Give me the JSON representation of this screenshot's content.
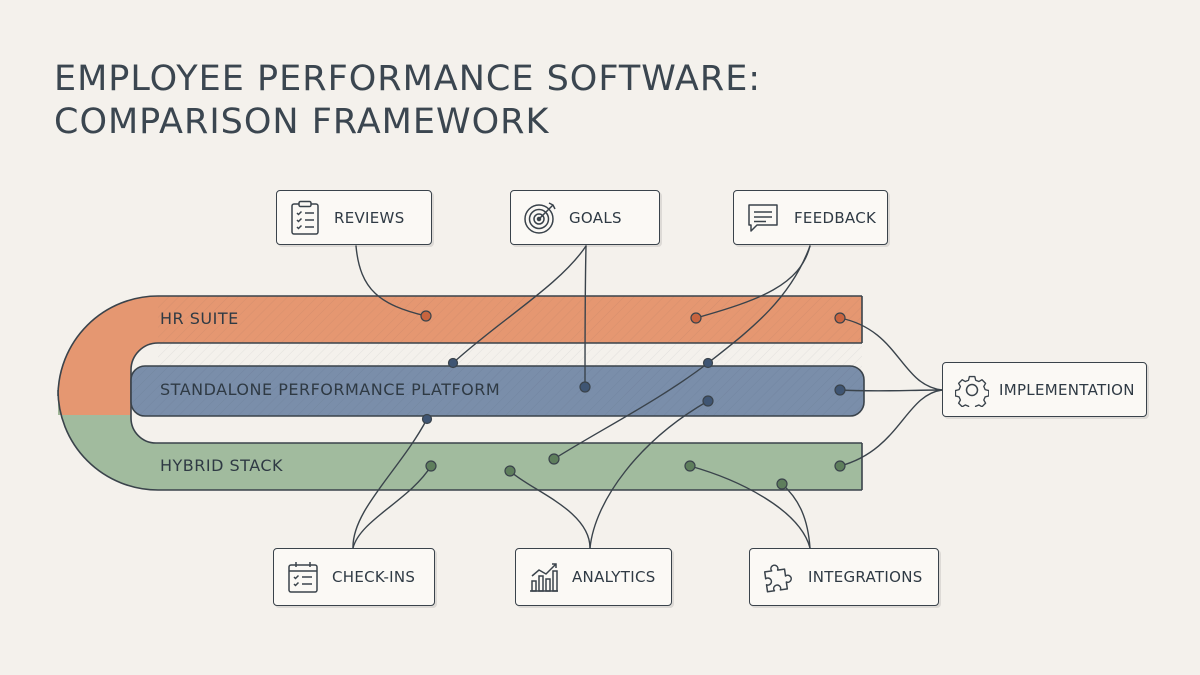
{
  "title": {
    "line1": "EMPLOYEE PERFORMANCE SOFTWARE:",
    "line2": "COMPARISON FRAMEWORK"
  },
  "bands": {
    "hr_suite": {
      "label": "HR SUITE",
      "color": "#e4916a"
    },
    "standalone": {
      "label": "STANDALONE PERFORMANCE PLATFORM",
      "color": "#7388a7"
    },
    "hybrid": {
      "label": "HYBRID STACK",
      "color": "#9cb79a"
    }
  },
  "capabilities": {
    "reviews": {
      "label": "REVIEWS",
      "icon": "clipboard-checklist-icon"
    },
    "goals": {
      "label": "GOALS",
      "icon": "target-icon"
    },
    "feedback": {
      "label": "FEEDBACK",
      "icon": "speech-bubble-icon"
    },
    "implementation": {
      "label": "IMPLEMENTATION",
      "icon": "gear-icon"
    },
    "check_ins": {
      "label": "CHECK-INS",
      "icon": "calendar-checklist-icon"
    },
    "analytics": {
      "label": "ANALYTICS",
      "icon": "bar-chart-icon"
    },
    "integrations": {
      "label": "INTEGRATIONS",
      "icon": "puzzle-piece-icon"
    }
  },
  "colors": {
    "ink": "#3a434b",
    "background": "#f4f1ec",
    "hr_dot": "#c8643f",
    "standalone_dot": "#3f5573",
    "hybrid_dot": "#5e7e5c"
  }
}
